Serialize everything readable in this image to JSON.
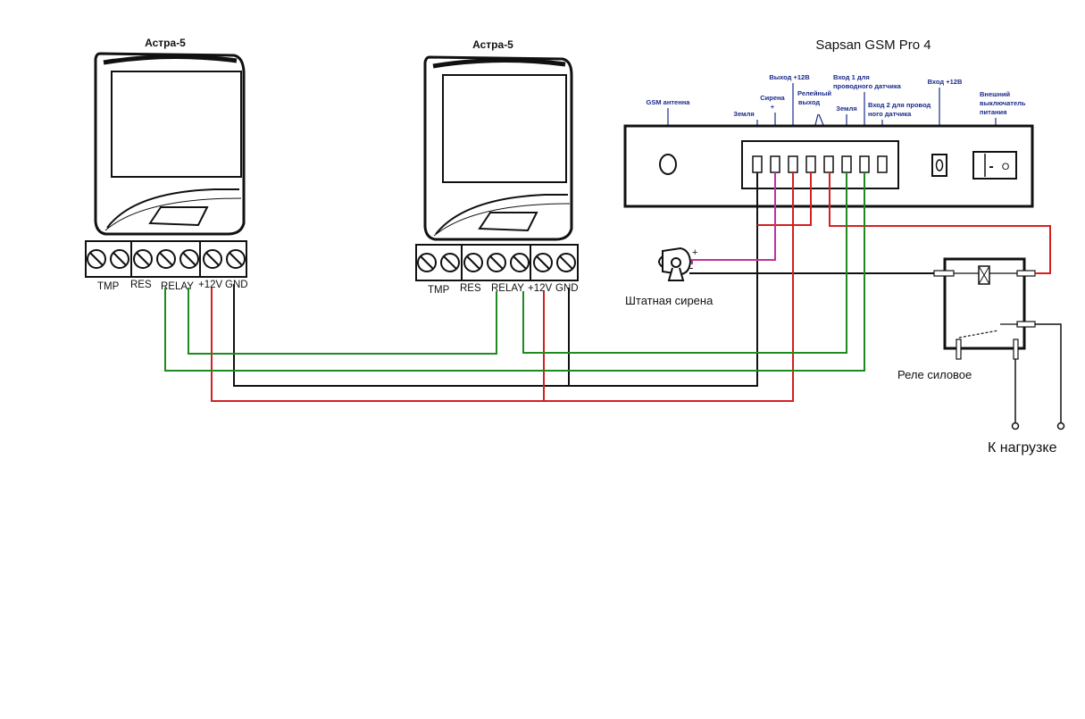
{
  "sensors": [
    {
      "title": "Астра-5",
      "terminals": [
        "TMP",
        "RES",
        "RELAY",
        "+12V",
        "GND"
      ]
    },
    {
      "title": "Астра-5",
      "terminals": [
        "TMP",
        "RES",
        "RELAY",
        "+12V",
        "GND"
      ]
    }
  ],
  "gsm": {
    "title": "Sapsan GSM Pro 4",
    "labels": {
      "antenna": "GSM антенна",
      "ground1": "Земля",
      "siren_plus_line1": "Сирена",
      "siren_plus_line2": "+",
      "out12": "Выход +12В",
      "relay_out_line1": "Релейный",
      "relay_out_line2": "выход",
      "ground2": "Земля",
      "input1_line1": "Вход 1 для",
      "input1_line2": "проводного датчика",
      "input2_line1": "Вход 2 для провод",
      "input2_line2": "ного датчика",
      "in12": "Вход +12В",
      "switch_line1": "Внешний",
      "switch_line2": "выключатель",
      "switch_line3": "питания"
    },
    "switch_symbols": {
      "off": "-",
      "on": "O"
    }
  },
  "siren": {
    "label": "Штатная сирена",
    "plus": "+",
    "minus": "-"
  },
  "relay": {
    "label": "Реле силовое"
  },
  "load": {
    "label": "К нагрузке"
  },
  "colors": {
    "red": "#d42020",
    "green": "#1f8a1f",
    "black": "#111111",
    "magenta": "#c0329a",
    "blue_text": "#1a2a8a"
  }
}
